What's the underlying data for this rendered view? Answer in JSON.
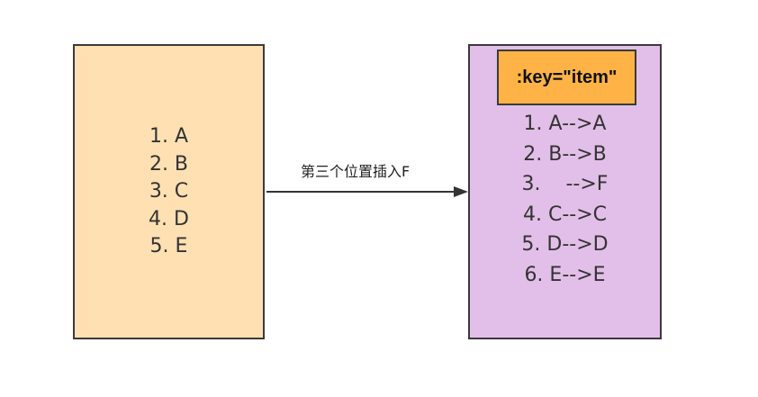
{
  "left_box": {
    "items": [
      "1. A",
      "2. B",
      "3. C",
      "4. D",
      "5. E"
    ],
    "fill_color": "#ffe0b3"
  },
  "arrow": {
    "label": "第三个位置插入F",
    "color": "#333333"
  },
  "right_box": {
    "key_badge": ":key=\"item\"",
    "badge_color": "#ffb347",
    "items": [
      "1. A-->A",
      "2. B-->B",
      "3.    -->F",
      "4. C-->C",
      "5. D-->D",
      "6. E-->E"
    ],
    "fill_color": "#e2bfe8"
  }
}
